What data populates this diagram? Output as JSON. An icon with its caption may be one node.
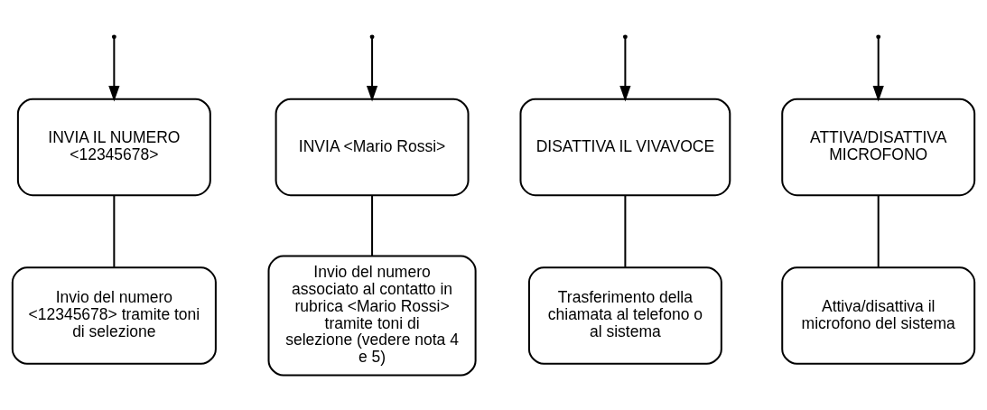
{
  "diagram": {
    "nodes": [
      {
        "text": [
          "INVIA IL NUMERO <12345678>"
        ]
      },
      {
        "text": [
          "INVIA <Mario Rossi>"
        ]
      },
      {
        "text": [
          "DISATTIVA IL VIVAVOCE"
        ]
      },
      {
        "text": [
          "ATTIVA/DISATTIVA MICROFONO"
        ]
      },
      {
        "text": [
          "Invio del numero <12345678> tramite toni di selezione"
        ]
      },
      {
        "text": [
          "Invio del numero associato al contatto in rubrica <Mario Rossi> tramite toni di selezione (vedere nota 4 e 5)"
        ]
      },
      {
        "text": [
          "Trasferimento della chiamata al telefono o al sistema"
        ]
      },
      {
        "text": [
          "Attiva/disattiva il microfono del sistema"
        ]
      }
    ],
    "edges": [
      {
        "from": null,
        "to": 0,
        "arrow": "to"
      },
      {
        "from": null,
        "to": 1,
        "arrow": "to"
      },
      {
        "from": null,
        "to": 2,
        "arrow": "to"
      },
      {
        "from": null,
        "to": 3,
        "arrow": "to"
      },
      {
        "from": 0,
        "to": 4,
        "arrow": "none"
      },
      {
        "from": 1,
        "to": 5,
        "arrow": "none"
      },
      {
        "from": 2,
        "to": 6,
        "arrow": "none"
      },
      {
        "from": 3,
        "to": 7,
        "arrow": "none"
      }
    ]
  }
}
